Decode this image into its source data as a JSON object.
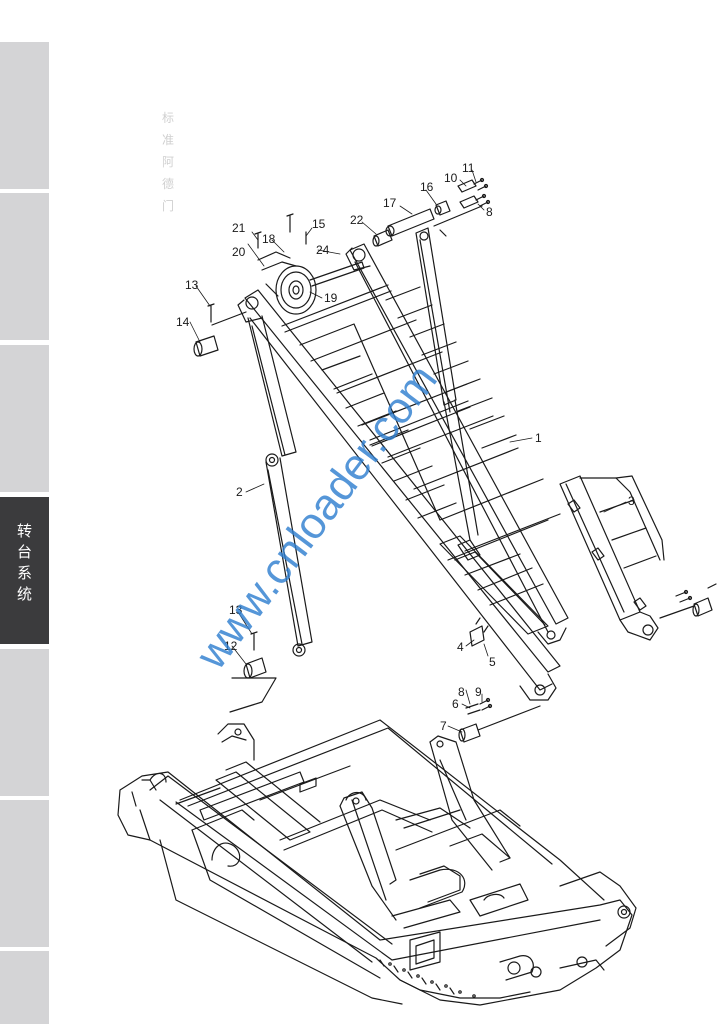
{
  "side_tabs": [
    {
      "label": ""
    },
    {
      "label": ""
    },
    {
      "label": ""
    },
    {
      "label": "转\n台\n系\n统",
      "active": true
    },
    {
      "label": ""
    },
    {
      "label": ""
    },
    {
      "label": ""
    }
  ],
  "ghost_text": [
    "标",
    "准",
    "阿",
    "德",
    "门"
  ],
  "watermark": "www.cnloader.com",
  "callouts": [
    "1",
    "2",
    "3",
    "4",
    "5",
    "6",
    "7",
    "8",
    "9",
    "10",
    "11",
    "12",
    "13",
    "14",
    "15",
    "16",
    "17",
    "18",
    "19",
    "20",
    "21",
    "22",
    "24"
  ],
  "colors": {
    "line": "#1a1a1a",
    "watermark": "#2f7fcf",
    "tab_inactive": "#d4d4d6",
    "tab_active": "#3b3b3d"
  }
}
